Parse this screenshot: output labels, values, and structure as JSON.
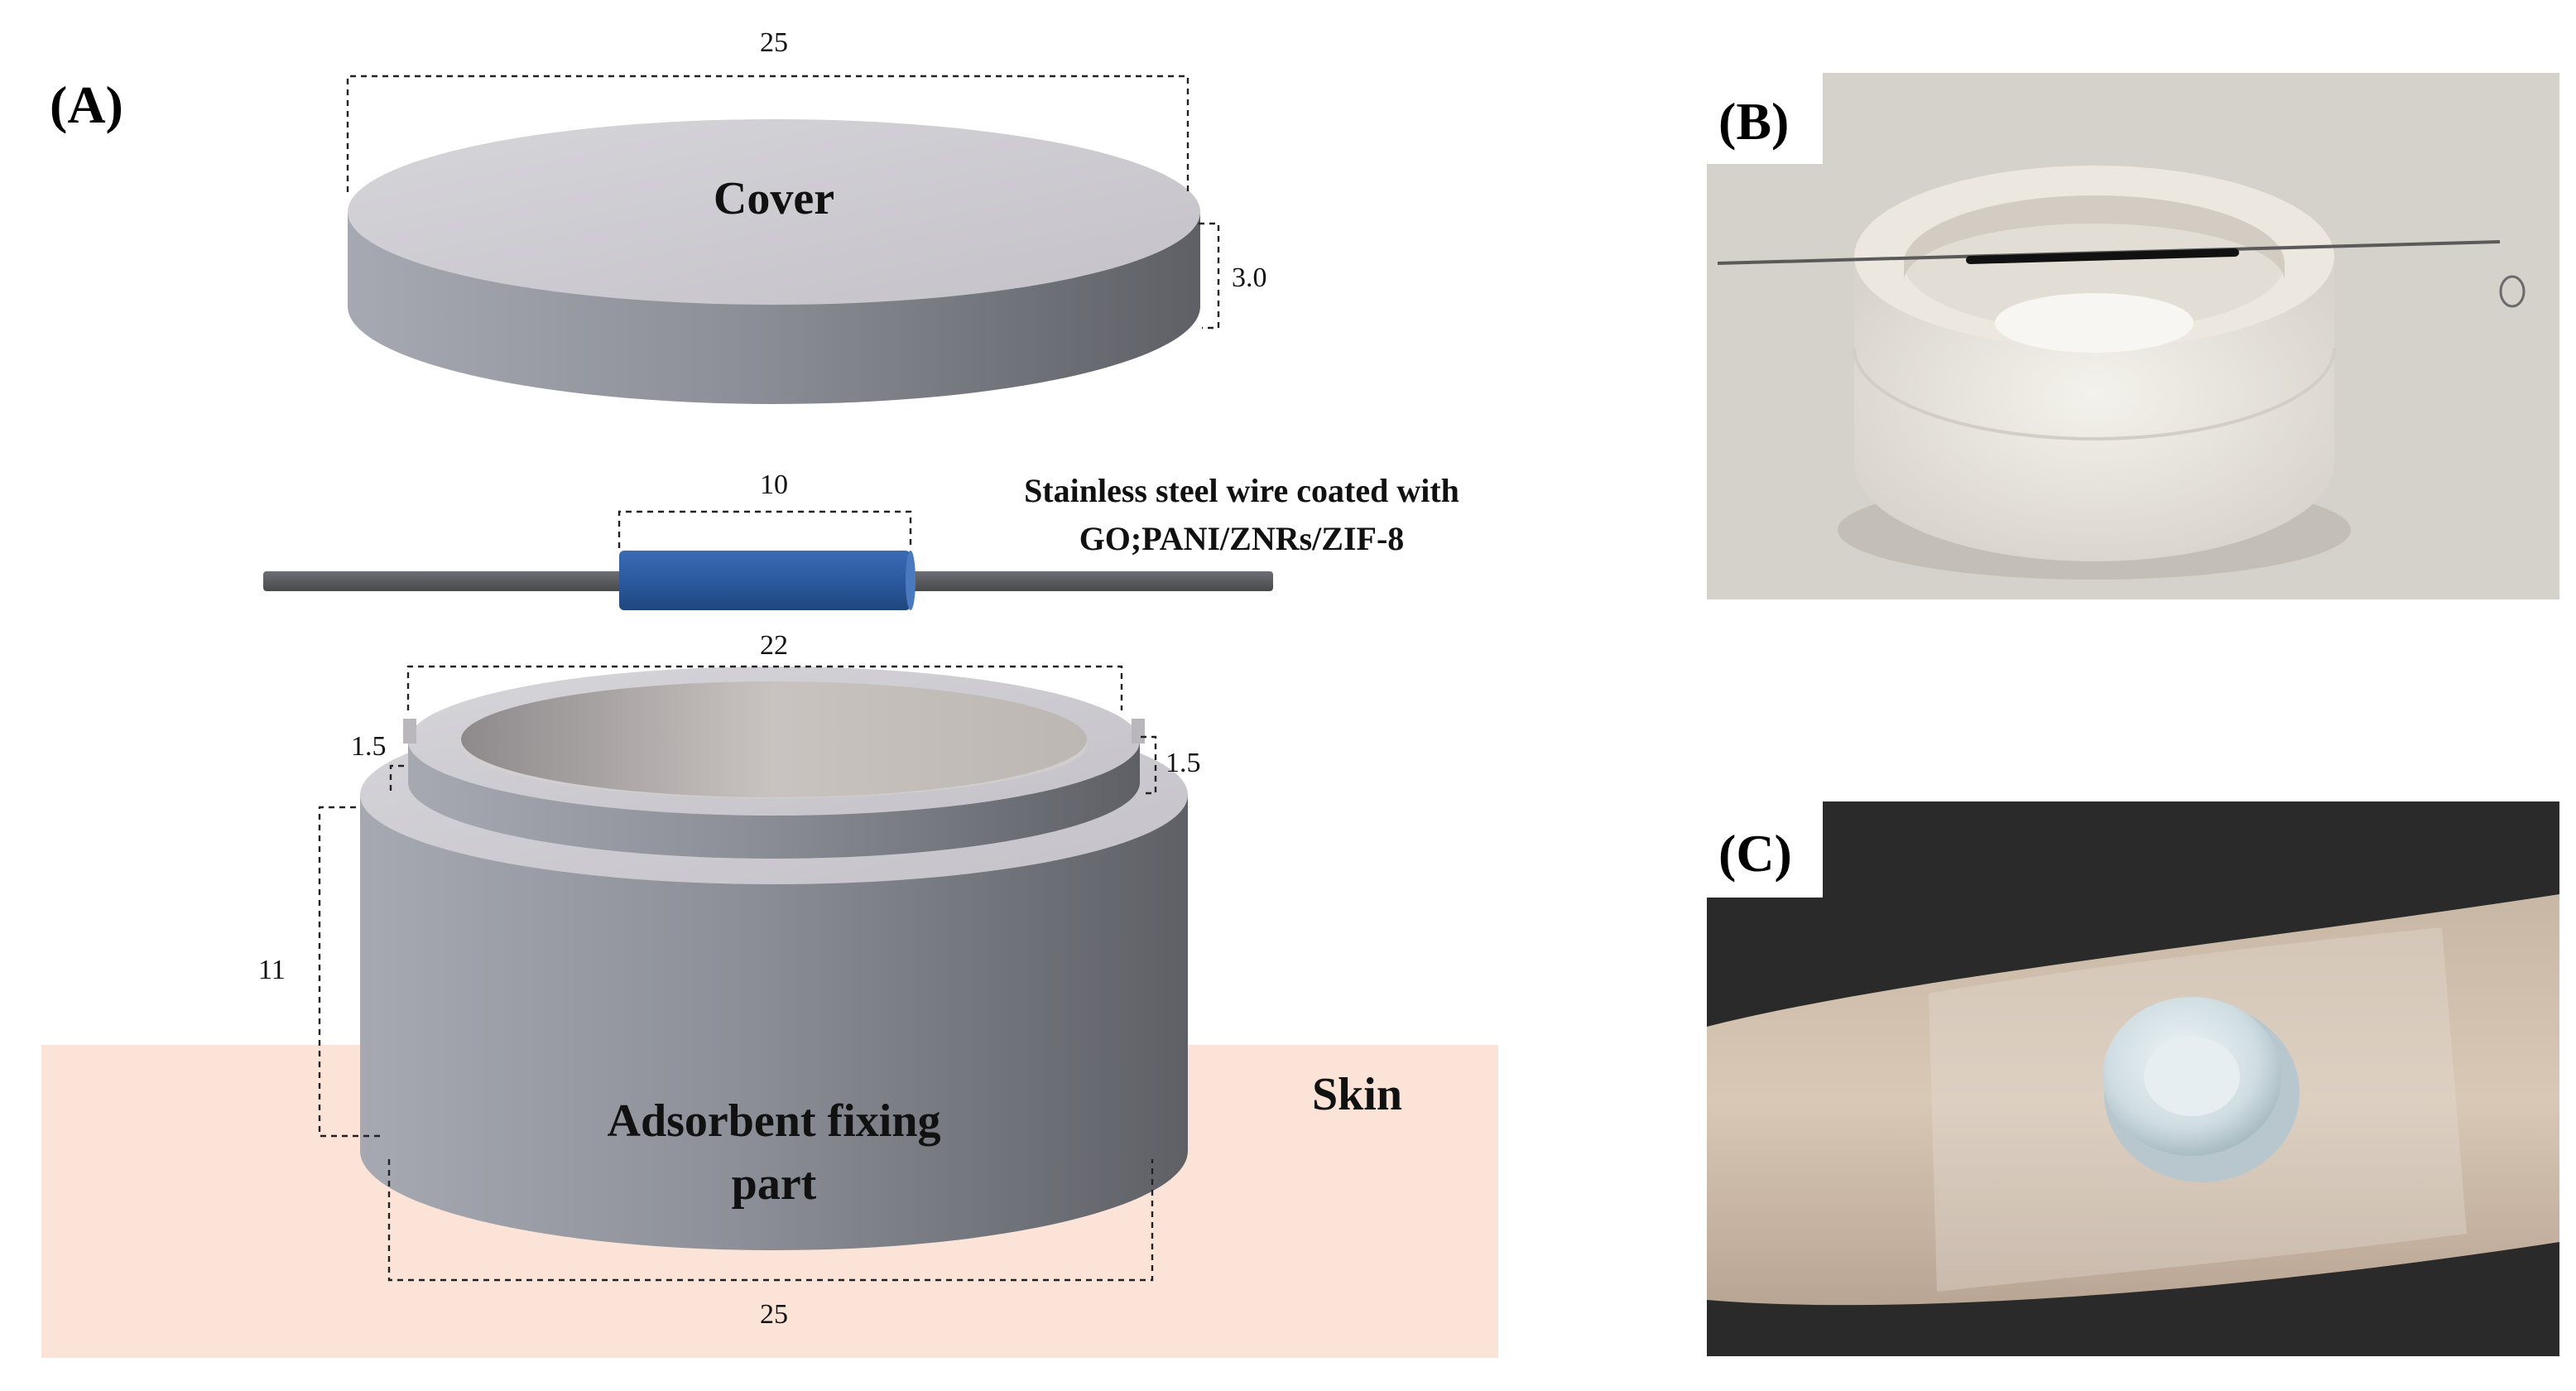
{
  "panels": {
    "a": "(A)",
    "b": "(B)",
    "c": "(C)"
  },
  "labels": {
    "cover": "Cover",
    "wire_line1": "Stainless steel wire coated with",
    "wire_line2": "GO;PANI/ZNRs/ZIF-8",
    "skin": "Skin",
    "adsorbent_line1": "Adsorbent fixing",
    "adsorbent_line2": "part"
  },
  "dimensions": {
    "cover_diameter": "25",
    "cover_thickness": "3.0",
    "coating_length": "10",
    "collar_diameter": "22",
    "collar_left_height": "1.5",
    "collar_right_height": "1.5",
    "base_height": "11",
    "base_diameter": "25"
  },
  "colors": {
    "skin": "#fbe3d8",
    "part_gray": "#8c8f96",
    "wire_gray": "#55575c",
    "coating_blue": "#2c5aa0",
    "background_b": "#d9d5cf",
    "background_c": "#2a2a2a"
  }
}
